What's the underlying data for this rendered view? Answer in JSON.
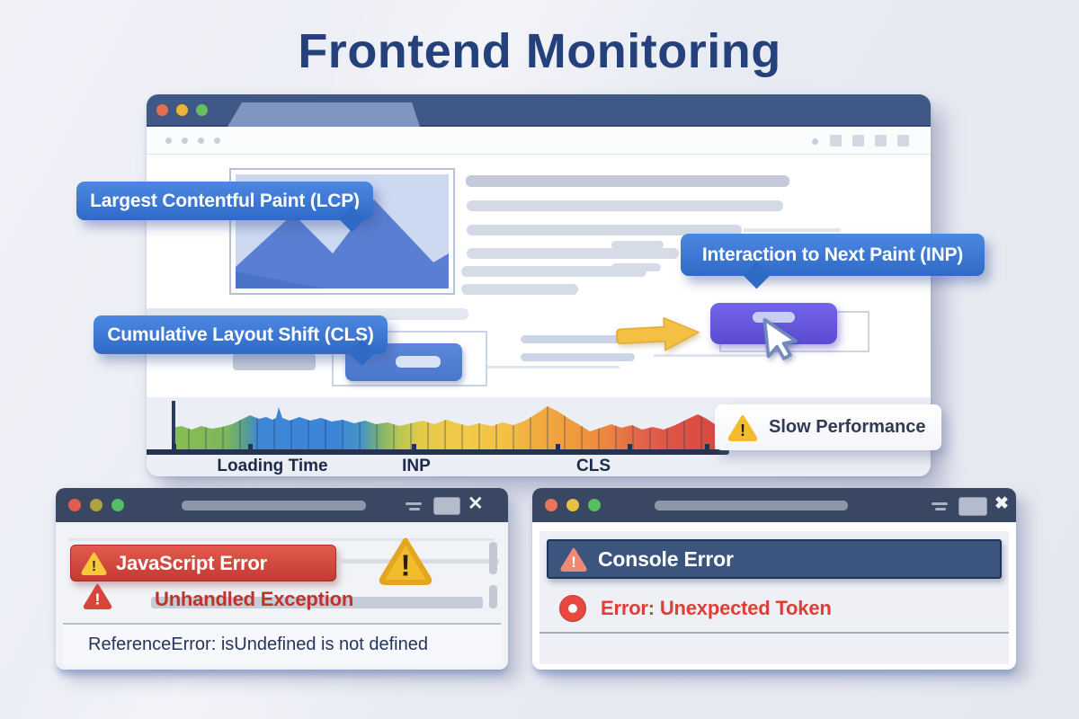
{
  "page_title": "Frontend Monitoring",
  "browser_window": {
    "callouts": {
      "lcp": "Largest Contentful Paint (LCP)",
      "cls": "Cumulative Layout Shift (CLS)",
      "inp": "Interaction to Next Paint (INP)"
    },
    "slow_badge": "Slow Performance"
  },
  "chart_data": {
    "type": "area",
    "title": "Page performance timeline",
    "description": "Performance timeline inside browser window; fast phases green/blue degrading to slow orange/red phases",
    "x_axis_labels": [
      {
        "label": "Loading Time",
        "x": 303
      },
      {
        "label": "INP",
        "x": 463
      },
      {
        "label": "CLS",
        "x": 660
      }
    ],
    "ticks_x": [
      193,
      278,
      460,
      620,
      700,
      786
    ],
    "x_range": [
      191,
      795
    ],
    "height": 57,
    "divider_step": 19,
    "points": [
      [
        191,
        24
      ],
      [
        202,
        26
      ],
      [
        213,
        22
      ],
      [
        224,
        26
      ],
      [
        235,
        23
      ],
      [
        247,
        25
      ],
      [
        258,
        28
      ],
      [
        268,
        33
      ],
      [
        278,
        38
      ],
      [
        288,
        34
      ],
      [
        296,
        36
      ],
      [
        303,
        33
      ],
      [
        307,
        35
      ],
      [
        310,
        47
      ],
      [
        314,
        35
      ],
      [
        322,
        32
      ],
      [
        333,
        36
      ],
      [
        345,
        32
      ],
      [
        357,
        35
      ],
      [
        369,
        31
      ],
      [
        381,
        33
      ],
      [
        394,
        29
      ],
      [
        406,
        32
      ],
      [
        418,
        28
      ],
      [
        431,
        30
      ],
      [
        444,
        26
      ],
      [
        457,
        29
      ],
      [
        470,
        32
      ],
      [
        483,
        28
      ],
      [
        496,
        33
      ],
      [
        509,
        29
      ],
      [
        521,
        26
      ],
      [
        533,
        29
      ],
      [
        547,
        26
      ],
      [
        559,
        30
      ],
      [
        571,
        27
      ],
      [
        584,
        32
      ],
      [
        597,
        40
      ],
      [
        609,
        48
      ],
      [
        621,
        42
      ],
      [
        633,
        34
      ],
      [
        645,
        27
      ],
      [
        656,
        20
      ],
      [
        668,
        24
      ],
      [
        680,
        28
      ],
      [
        691,
        24
      ],
      [
        703,
        27
      ],
      [
        714,
        22
      ],
      [
        726,
        25
      ],
      [
        738,
        22
      ],
      [
        751,
        27
      ],
      [
        763,
        33
      ],
      [
        776,
        39
      ],
      [
        786,
        34
      ],
      [
        795,
        28
      ]
    ],
    "gradient_stops": [
      [
        0,
        "#8abe54"
      ],
      [
        0.1,
        "#7db75a"
      ],
      [
        0.135,
        "#57a08c"
      ],
      [
        0.16,
        "#3f87d6"
      ],
      [
        0.3,
        "#3b84d8"
      ],
      [
        0.35,
        "#4595c4"
      ],
      [
        0.385,
        "#7fb46a"
      ],
      [
        0.42,
        "#b9c850"
      ],
      [
        0.46,
        "#e6c94b"
      ],
      [
        0.55,
        "#f3c948"
      ],
      [
        0.62,
        "#f3bf45"
      ],
      [
        0.67,
        "#f1ac40"
      ],
      [
        0.74,
        "#ef9b3c"
      ],
      [
        0.8,
        "#ec8640"
      ],
      [
        0.86,
        "#e4654a"
      ],
      [
        0.93,
        "#de5245"
      ],
      [
        1,
        "#d94941"
      ]
    ]
  },
  "js_error_window": {
    "banner": "JavaScript Error",
    "exception": "Unhandled Exception",
    "message": "ReferenceError: isUndefined is not defined"
  },
  "console_window": {
    "banner": "Console Error",
    "message": "Error: Unexpected Token"
  },
  "glyphs": {
    "close": "✕",
    "close_bold": "✖",
    "exclamation": "!"
  },
  "colors": {
    "title_navy": "#24417c",
    "callout_blue": "#3a78d4",
    "titlebar_navy": "#3f5886",
    "error_titlebar": "#3a4762",
    "button_purple": "#655ae0",
    "arrow_yellow": "#f4c044",
    "banner_red": "#d64a40",
    "console_banner_navy": "#3c557f",
    "warning_yellow": "#f2bc2e",
    "error_red": "#e0423a"
  }
}
